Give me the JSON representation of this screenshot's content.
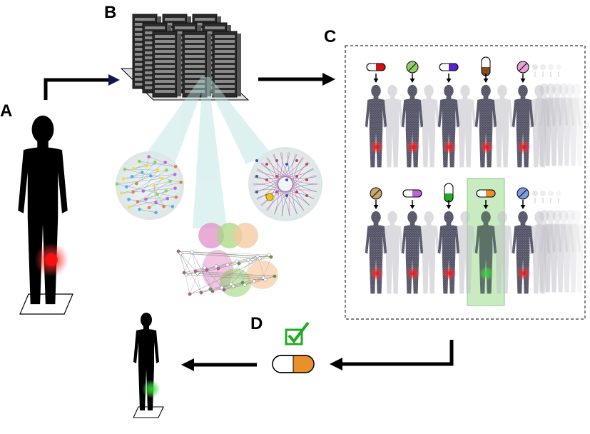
{
  "panels": {
    "a": "A",
    "b": "B",
    "c": "C",
    "d": "D"
  },
  "colors": {
    "patient": "#000000",
    "digital_twin": "#5a5a6a",
    "disease_marker": "#ff2020",
    "healthy_marker": "#33cc33",
    "highlight": "#c8ecc0",
    "arrow": "#000000",
    "arrow_accent": "#0a1a50",
    "check": "#22aa22"
  },
  "drug_row_top": [
    {
      "icon": "capsule-icon",
      "color": "#d41010"
    },
    {
      "icon": "tablet-icon",
      "color": "#8fcf6a"
    },
    {
      "icon": "capsule-icon",
      "color": "#5a22cc"
    },
    {
      "icon": "capsule-icon",
      "color": "#8a4a22"
    },
    {
      "icon": "tablet-icon",
      "color": "#e6a0d8"
    }
  ],
  "drug_row_bottom": [
    {
      "icon": "tablet-icon",
      "color": "#c8a86a"
    },
    {
      "icon": "capsule-icon",
      "color": "#c060e0"
    },
    {
      "icon": "capsule-icon",
      "color": "#22aa22"
    },
    {
      "icon": "capsule-icon",
      "color": "#e8902a"
    },
    {
      "icon": "tablet-icon",
      "color": "#7a9ee0"
    }
  ],
  "selected_drug": {
    "icon": "capsule-icon",
    "color": "#e8902a"
  }
}
